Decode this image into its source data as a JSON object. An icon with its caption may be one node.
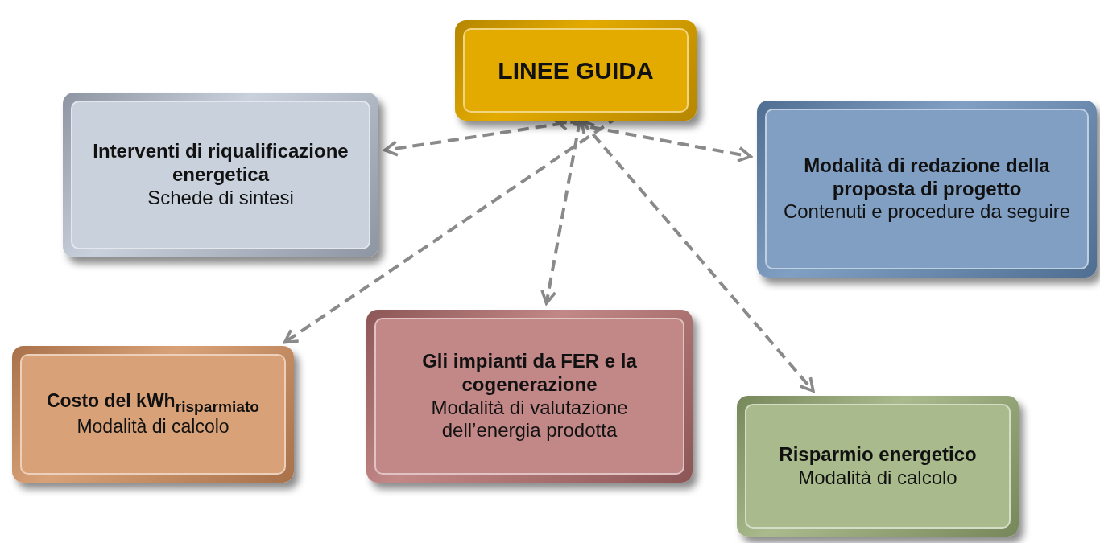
{
  "diagram": {
    "nodes": [
      {
        "text": [
          "LINEE GUIDA"
        ]
      },
      {
        "text": [
          "Interventi di riqualificazione energetica",
          "Schede di sintesi"
        ]
      },
      {
        "text": [
          "Modalità di redazione della proposta di progetto",
          "Contenuti e procedure da seguire"
        ]
      },
      {
        "text": [
          "Costo del kWh$_{risparmiato}$",
          "Modalità di calcolo"
        ]
      },
      {
        "text": [
          "Gli impianti da FER e la cogenerazione",
          "Modalità di valutazione dell’energia prodotta"
        ]
      },
      {
        "text": [
          "Risparmio energetico",
          "Modalità di calcolo"
        ]
      }
    ],
    "edges": [
      {
        "from": 0,
        "to": 1,
        "arrow": "to",
        "style": "dashed"
      },
      {
        "from": 0,
        "to": 2,
        "arrow": "both",
        "style": "dashed"
      },
      {
        "from": 0,
        "to": 3,
        "arrow": "to",
        "style": "dashed"
      },
      {
        "from": 0,
        "to": 4,
        "arrow": "to",
        "style": "dashed"
      },
      {
        "from": 0,
        "to": 5,
        "arrow": "both",
        "style": "dashed"
      }
    ]
  }
}
